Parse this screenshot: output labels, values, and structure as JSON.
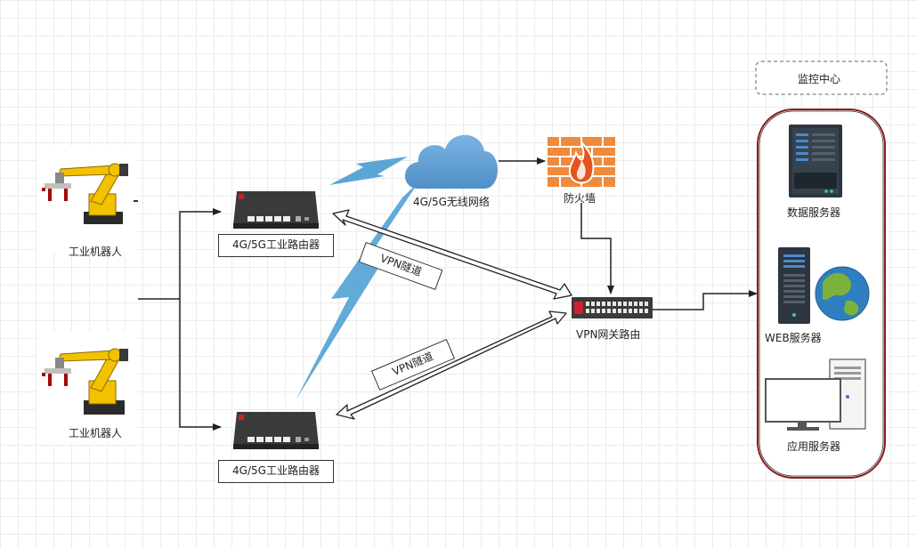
{
  "nodes": {
    "robot1": {
      "label": "工业机器人"
    },
    "robot2": {
      "label": "工业机器人"
    },
    "router1": {
      "label": "4G/5G工业路由器"
    },
    "router2": {
      "label": "4G/5G工业路由器"
    },
    "cloud": {
      "label": "4G/5G无线网络"
    },
    "firewall": {
      "label": "防火墙"
    },
    "vpn_gateway": {
      "label": "VPN网关路由"
    },
    "monitor_center": {
      "label": "监控中心"
    },
    "data_server": {
      "label": "数据服务器"
    },
    "web_server": {
      "label": "WEB服务器"
    },
    "app_server": {
      "label": "应用服务器"
    }
  },
  "tunnels": {
    "upper": {
      "label": "VPN隧道"
    },
    "lower": {
      "label": "VPN隧道"
    }
  },
  "colors": {
    "robot_yellow": "#f2c200",
    "cloud_blue": "#5e9cd3",
    "lightning_blue": "#5aa7d6",
    "firewall_orange": "#f08a3c",
    "server_dark": "#2d3540",
    "monitor_border": "#8b1a1a"
  }
}
